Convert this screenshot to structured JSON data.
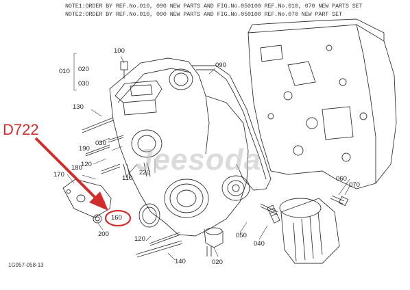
{
  "notes": {
    "note1": "NOTE1:ORDER BY REF.No.010, 090 NEW PARTS AND FIG.No.050100 REF.No.010, 070 NEW PARTS SET",
    "note2": "NOTE2:ORDER BY REF.No.010, 090 NEW PARTS AND FIG.No.050100 REF.No.070 NEW PART SET"
  },
  "callout": {
    "text": "D722",
    "color": "#d22c2c"
  },
  "highlighted_part": "160",
  "diagram_code": "1G957-058-13",
  "watermark": "Jeesoda",
  "part_labels": {
    "p010": "010",
    "p020a": "020",
    "p030a": "030",
    "p100": "100",
    "p090": "090",
    "p130": "130",
    "p030b": "030",
    "p190": "190",
    "p120a": "120",
    "p180": "180",
    "p170": "170",
    "p110": "110",
    "p220": "220",
    "p160": "160",
    "p200": "200",
    "p120b": "120",
    "p140": "140",
    "p020b": "020",
    "p050": "050",
    "p040": "040",
    "p060": "060",
    "p070": "070"
  }
}
